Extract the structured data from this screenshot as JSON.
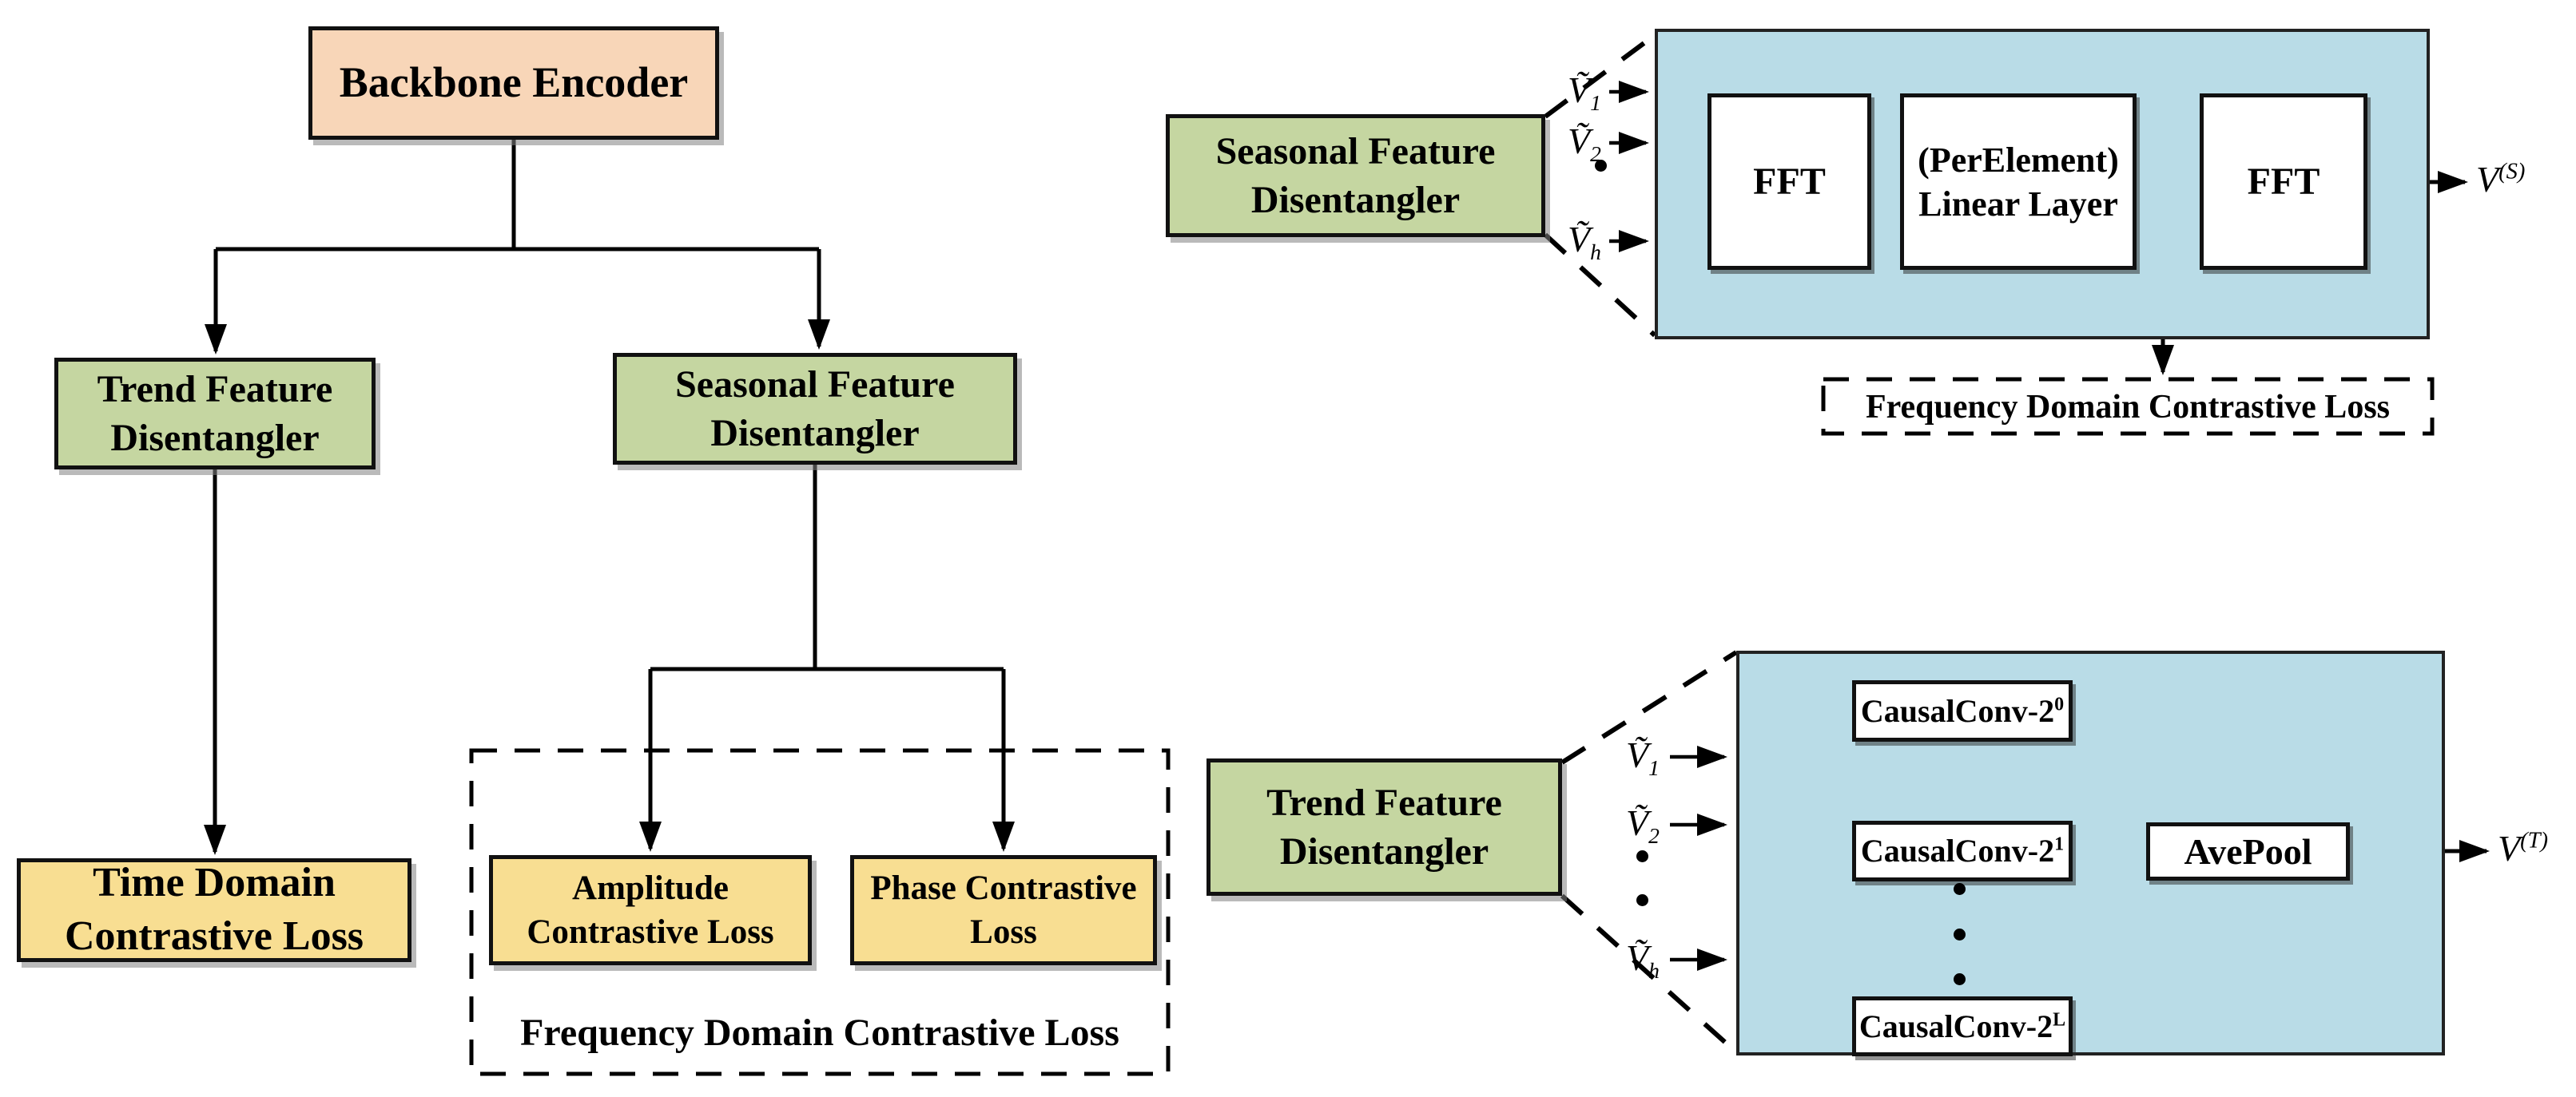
{
  "colors": {
    "backbone_fill": "#F8D6B8",
    "disentangler_fill": "#C5D6A1",
    "loss_fill": "#F8DE92",
    "panel_fill": "#B9DCE7",
    "line": "#000000"
  },
  "overview": {
    "backbone": "Backbone Encoder",
    "trend": "Trend Feature Disentangler",
    "seasonal": "Seasonal Feature Disentangler",
    "time_loss": "Time Domain Contrastive Loss",
    "amplitude_loss": "Amplitude Contrastive Loss",
    "phase_loss": "Phase Contrastive Loss",
    "frequency_group_caption": "Frequency Domain Contrastive Loss"
  },
  "seasonal_detail": {
    "label": "Seasonal Feature Disentangler",
    "inputs": [
      {
        "base": "Ṽ",
        "sub": "1"
      },
      {
        "base": "Ṽ",
        "sub": "2"
      },
      {
        "base": "Ṽ",
        "sub": "h"
      }
    ],
    "fft_in": "FFT",
    "linear_line1": "(PerElement)",
    "linear_line2": "Linear Layer",
    "fft_out": "FFT",
    "output": {
      "base": "V",
      "sup": "(S)"
    },
    "loss_caption": "Frequency Domain Contrastive Loss"
  },
  "trend_detail": {
    "label": "Trend Feature Disentangler",
    "inputs": [
      {
        "base": "Ṽ",
        "sub": "1"
      },
      {
        "base": "Ṽ",
        "sub": "2"
      },
      {
        "base": "Ṽ",
        "sub": "h"
      }
    ],
    "convs": [
      {
        "base": "CausalConv-2",
        "sup": "0"
      },
      {
        "base": "CausalConv-2",
        "sup": "1"
      },
      {
        "base": "CausalConv-2",
        "sup": "L"
      }
    ],
    "pool": "AvePool",
    "output": {
      "base": "V",
      "sup": "(T)"
    }
  }
}
